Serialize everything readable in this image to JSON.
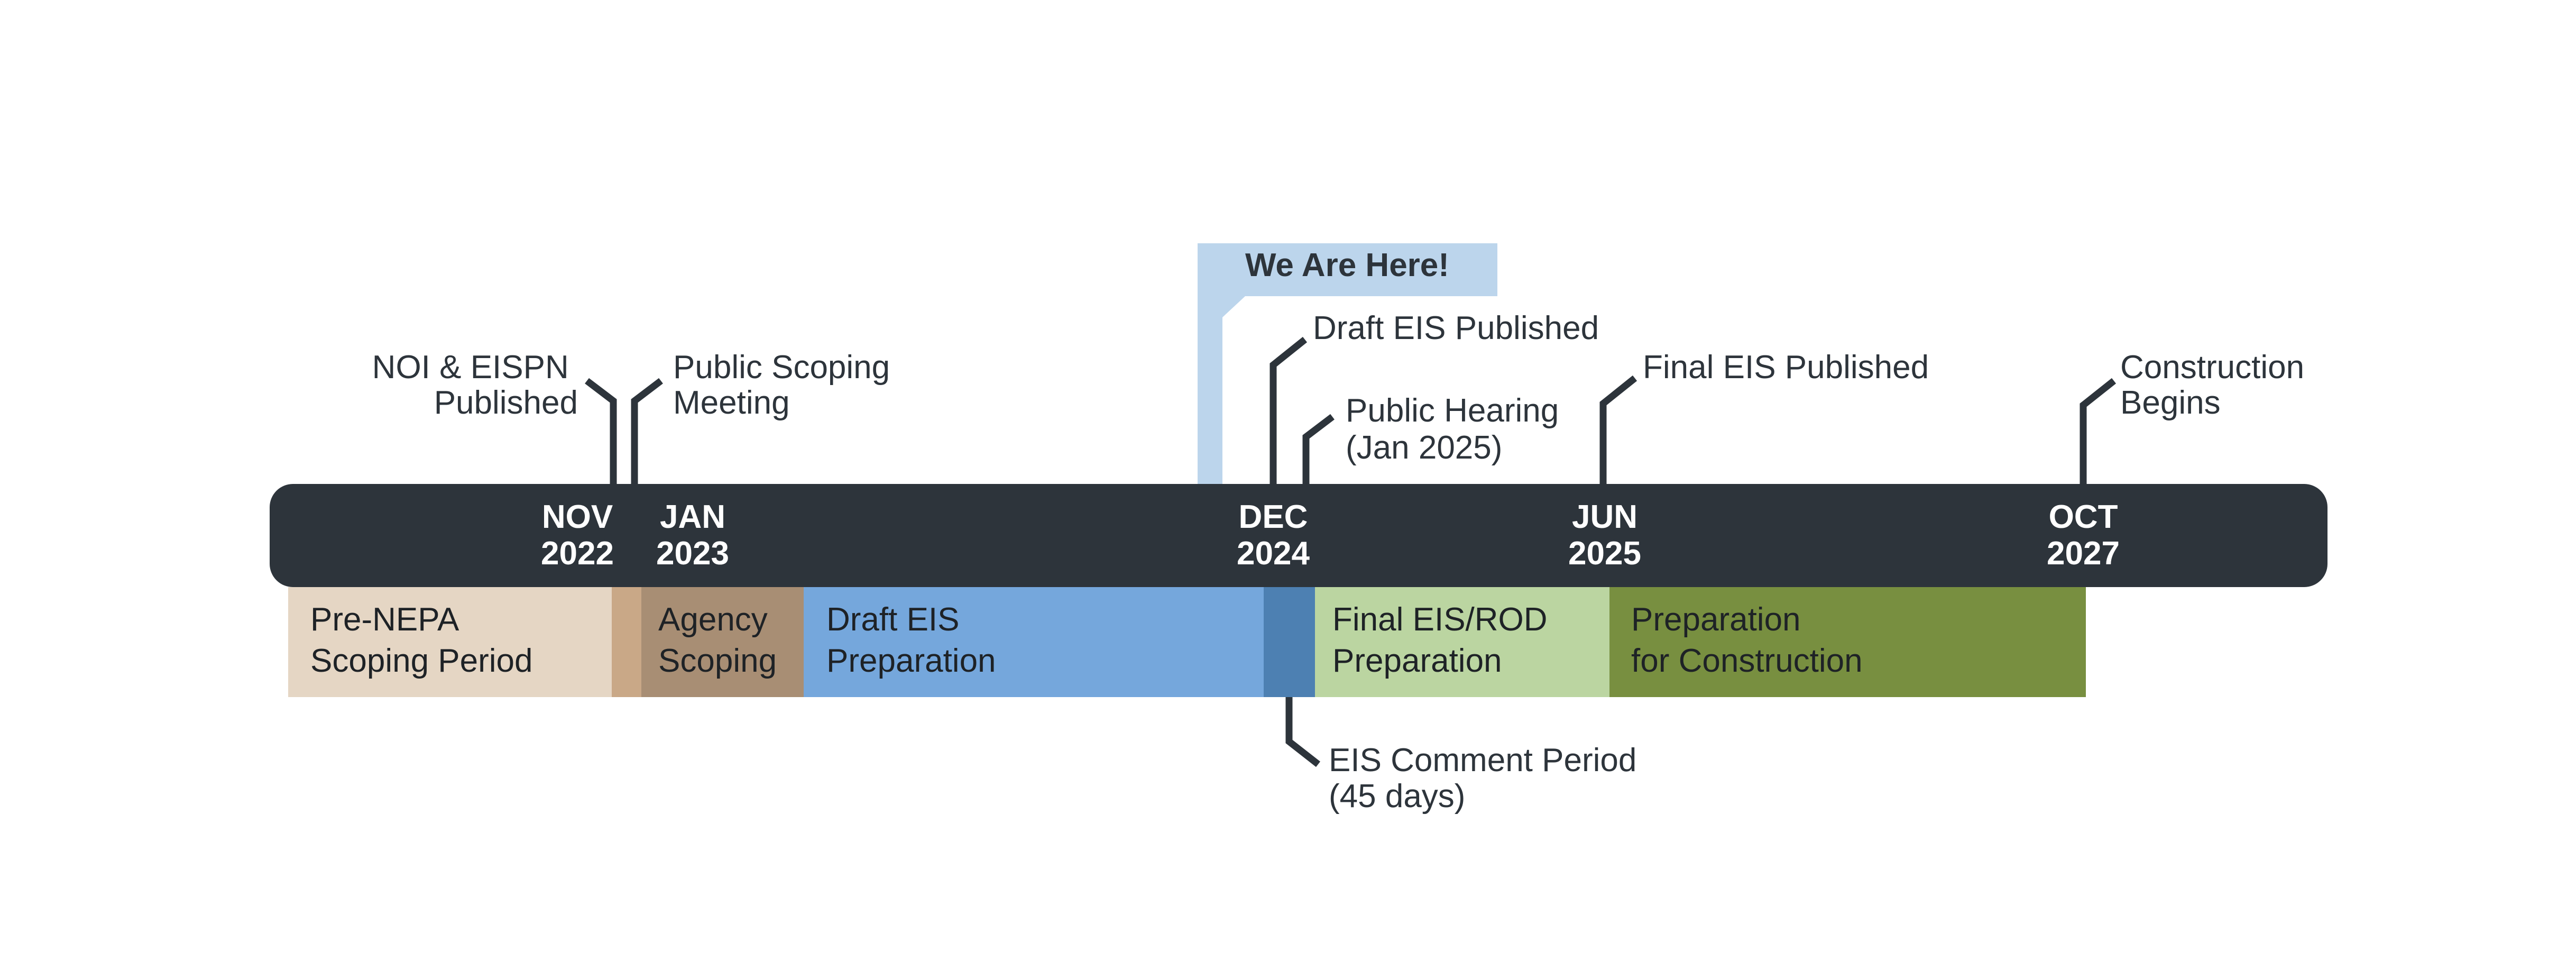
{
  "colors": {
    "bar": "#2d343b",
    "bar_text": "#ffffff",
    "line": "#2d343b",
    "label_text": "#2d343b",
    "marker": "#bcd5ec",
    "phase_pre_nepa": "#e5d6c4",
    "phase_gap": "#c9a887",
    "phase_agency": "#a88e74",
    "phase_draft": "#75a7dc",
    "phase_comment": "#4d80b2",
    "phase_final": "#bbd5a1",
    "phase_construction": "#788f40"
  },
  "we_are_here": "We Are Here!",
  "dates": [
    {
      "month": "NOV",
      "year": "2022"
    },
    {
      "month": "JAN",
      "year": "2023"
    },
    {
      "month": "DEC",
      "year": "2024"
    },
    {
      "month": "JUN",
      "year": "2025"
    },
    {
      "month": "OCT",
      "year": "2027"
    }
  ],
  "milestones": [
    {
      "lines": [
        "NOI & EISPN",
        "Published"
      ]
    },
    {
      "lines": [
        "Public Scoping",
        "Meeting"
      ]
    },
    {
      "lines": [
        "Draft EIS Published"
      ]
    },
    {
      "lines": [
        "Public Hearing",
        "(Jan 2025)"
      ]
    },
    {
      "lines": [
        "Final EIS Published"
      ]
    },
    {
      "lines": [
        "Construction",
        "Begins"
      ]
    },
    {
      "lines": [
        "EIS Comment Period",
        "(45 days)"
      ]
    }
  ],
  "phases": [
    {
      "lines": [
        "Pre-NEPA",
        "Scoping Period"
      ]
    },
    {
      "lines": []
    },
    {
      "lines": [
        "Agency",
        "Scoping"
      ]
    },
    {
      "lines": [
        "Draft EIS",
        "Preparation"
      ]
    },
    {
      "lines": []
    },
    {
      "lines": [
        "Final EIS/ROD",
        "Preparation"
      ]
    },
    {
      "lines": [
        "Preparation",
        "for Construction"
      ]
    }
  ]
}
